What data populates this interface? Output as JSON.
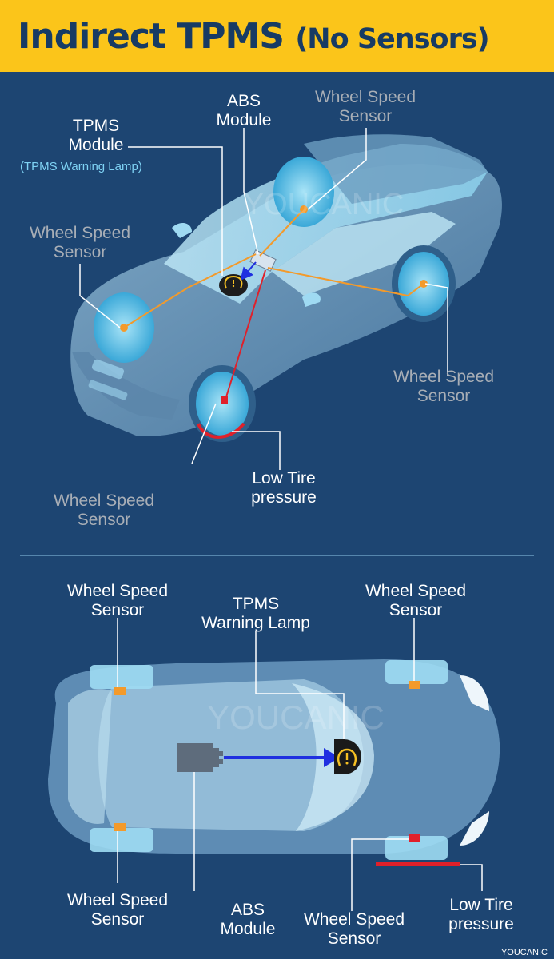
{
  "title": {
    "main": "Indirect TPMS",
    "paren": "(No Sensors)"
  },
  "watermark": "YOUCANIC",
  "colors": {
    "banner": "#fbc51a",
    "background": "#1d4572",
    "wiring": "#f39a2b",
    "low_pressure": "#e0202a",
    "signal_arrow": "#1f2fe0",
    "warning_lamp": "#f5c023"
  },
  "top_diagram": {
    "labels": {
      "tpms_module": "TPMS\nModule",
      "tpms_warning_lamp_note": "(TPMS Warning Lamp)",
      "abs_module": "ABS\nModule",
      "wheel_speed_sensor_rear_top": "Wheel Speed\nSensor",
      "wheel_speed_sensor_front_left": "Wheel Speed\nSensor",
      "wheel_speed_sensor_rear_right": "Wheel Speed\nSensor",
      "wheel_speed_sensor_front_bottom": "Wheel Speed\nSensor",
      "low_tire_pressure": "Low Tire\npressure"
    },
    "icons": [
      "tpms-warning-lamp-icon"
    ]
  },
  "bottom_diagram": {
    "labels": {
      "wheel_speed_sensor_top_left": "Wheel Speed\nSensor",
      "tpms_warning_lamp": "TPMS\nWarning Lamp",
      "wheel_speed_sensor_top_right": "Wheel Speed\nSensor",
      "wheel_speed_sensor_bottom_left": "Wheel Speed\nSensor",
      "abs_module": "ABS\nModule",
      "wheel_speed_sensor_bottom_right": "Wheel Speed\nSensor",
      "low_tire_pressure": "Low Tire\npressure"
    },
    "icons": [
      "abs-module-icon",
      "tpms-warning-lamp-icon"
    ]
  },
  "credit": "YOUCANIC"
}
